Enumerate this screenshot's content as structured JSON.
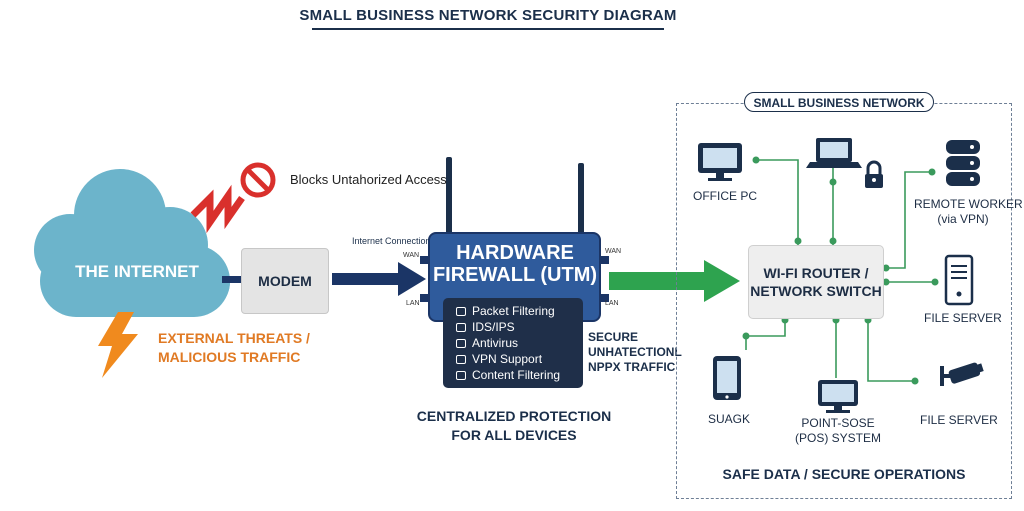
{
  "title": "SMALL BUSINESS NETWORK SECURITY DIAGRAM",
  "internet": {
    "label": "THE INTERNET",
    "threats_line1": "EXTERNAL THREATS /",
    "threats_line2": "MALICIOUS TRAFFIC",
    "blocks_label": "Blocks Untahorized Access"
  },
  "modem": {
    "label": "MODEM"
  },
  "connection_label": "Internet Connection",
  "firewall": {
    "title_line1": "HARDWARE",
    "title_line2": "FIREWALL (UTM)",
    "port_wan_left": "WAN",
    "port_lan_left": "LAN",
    "port_wan_right": "WAN",
    "port_lan_right": "LAN",
    "features": [
      "Packet Filtering",
      "IDS/IPS",
      "Antivirus",
      "VPN Support",
      "Content Filtering"
    ]
  },
  "secure_traffic": {
    "line1": "SECURE",
    "line2": "UNHATECTIONL",
    "line3": "NPPX TRAFFIC"
  },
  "centralized": {
    "line1": "CENTRALIZED PROTECTION",
    "line2": "FOR ALL DEVICES"
  },
  "network": {
    "title": "SMALL BUSINESS NETWORK",
    "router_line1": "WI-FI ROUTER /",
    "router_line2": "NETWORK SWITCH",
    "devices": {
      "office_pc": "OFFICE PC",
      "remote_worker_line1": "REMOTE WORKER",
      "remote_worker_line2": "(via VPN)",
      "file_server_top": "FILE SERVER",
      "tablet": "SUAGK",
      "pos_line1": "POINT-SOSE",
      "pos_line2": "(POS) SYSTEM",
      "file_server_bottom": "FILE SERVER"
    },
    "footer": "SAFE DATA / SECURE OPERATIONS"
  },
  "colors": {
    "navy": "#1b2f4a",
    "firewall_blue": "#2f5b9c",
    "cloud": "#6cb4cb",
    "threat_orange": "#e07a24",
    "lightning": "#f08a1e",
    "attack_red": "#d9302c",
    "secure_green": "#2ea34f",
    "link_green": "#3a9a5c"
  }
}
